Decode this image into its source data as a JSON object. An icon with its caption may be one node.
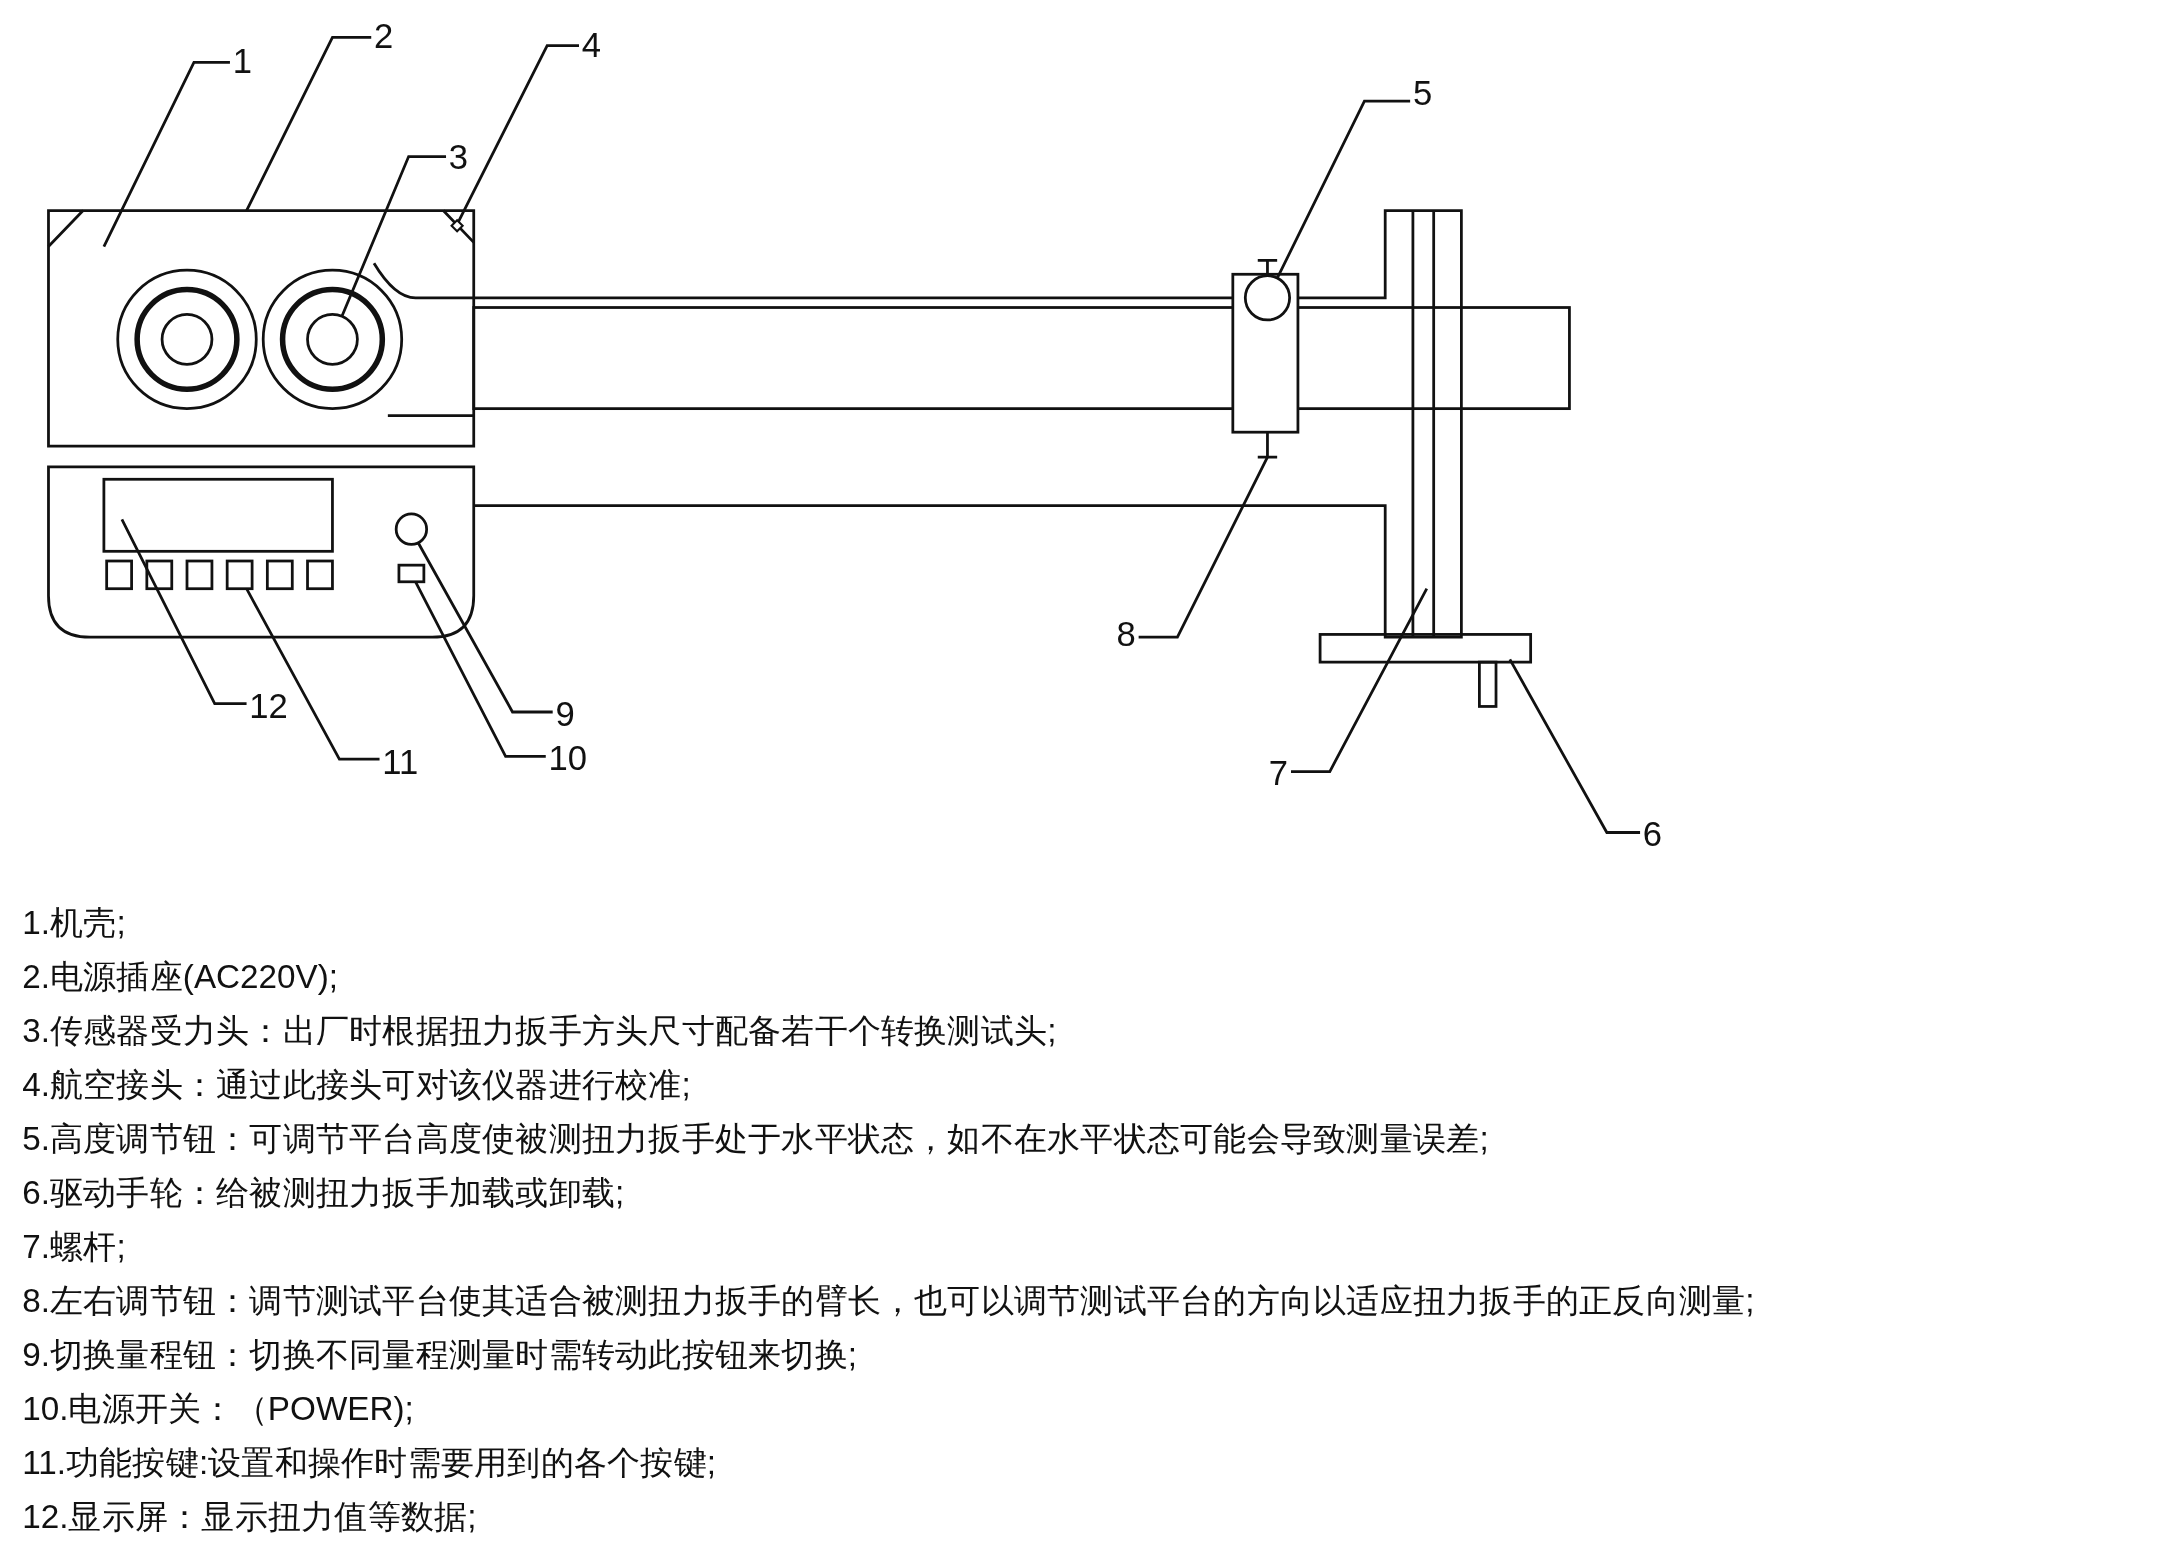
{
  "diagram": {
    "nodes": [
      {
        "text": [
          "1"
        ]
      },
      {
        "text": [
          "2"
        ]
      },
      {
        "text": [
          "3"
        ]
      },
      {
        "text": [
          "4"
        ]
      },
      {
        "text": [
          "5"
        ]
      },
      {
        "text": [
          "6"
        ]
      },
      {
        "text": [
          "7"
        ]
      },
      {
        "text": [
          "8"
        ]
      },
      {
        "text": [
          "9"
        ]
      },
      {
        "text": [
          "10"
        ]
      },
      {
        "text": [
          "11"
        ]
      },
      {
        "text": [
          "12"
        ]
      },
      {
        "text": [],
        "shape": "circle"
      },
      {
        "text": [],
        "shape": "diamond"
      },
      {
        "text": [],
        "shape": "circle"
      },
      {
        "text": [],
        "shape": "circle"
      },
      {
        "text": [],
        "shape": "box"
      },
      {
        "text": [],
        "shape": "box"
      }
    ],
    "edges": [
      {
        "from": 0,
        "to": null,
        "arrow": "none"
      },
      {
        "from": 1,
        "to": null,
        "arrow": "none"
      },
      {
        "from": 2,
        "to": 12,
        "arrow": "none"
      },
      {
        "from": 3,
        "to": 13,
        "arrow": "none"
      },
      {
        "from": 4,
        "to": 14,
        "arrow": "none"
      },
      {
        "from": 5,
        "to": null,
        "arrow": "none"
      },
      {
        "from": 6,
        "to": null,
        "arrow": "none"
      },
      {
        "from": 7,
        "to": null,
        "arrow": "none"
      },
      {
        "from": 8,
        "to": 15,
        "arrow": "none"
      },
      {
        "from": 9,
        "to": 17,
        "arrow": "none"
      },
      {
        "from": 10,
        "to": 16,
        "arrow": "none"
      },
      {
        "from": 11,
        "to": null,
        "arrow": "none"
      }
    ],
    "labels": [
      "1.机壳;",
      "2.电源插座(AC220V);",
      "3.传感器受力头：出厂时根据扭力扳手方头尺寸配备若干个转换测试头;",
      "4.航空接头：通过此接头可对该仪器进行校准;",
      "5.高度调节钮：可调节平台高度使被测扭力扳手处于水平状态，如不在水平状态可能会导致测量误差;",
      "6.驱动手轮：给被测扭力扳手加载或卸载;",
      "7.螺杆;",
      "8.左右调节钮：调节测试平台使其适合被测扭力扳手的臂长，也可以调节测试平台的方向以适应扭力扳手的正反向测量;",
      "9.切换量程钮：切换不同量程测量时需转动此按钮来切换;",
      "10.电源开关：（POWER);",
      "11.功能按键:设置和操作时需要用到的各个按键;",
      "12.显示屏：显示扭力值等数据;"
    ]
  }
}
